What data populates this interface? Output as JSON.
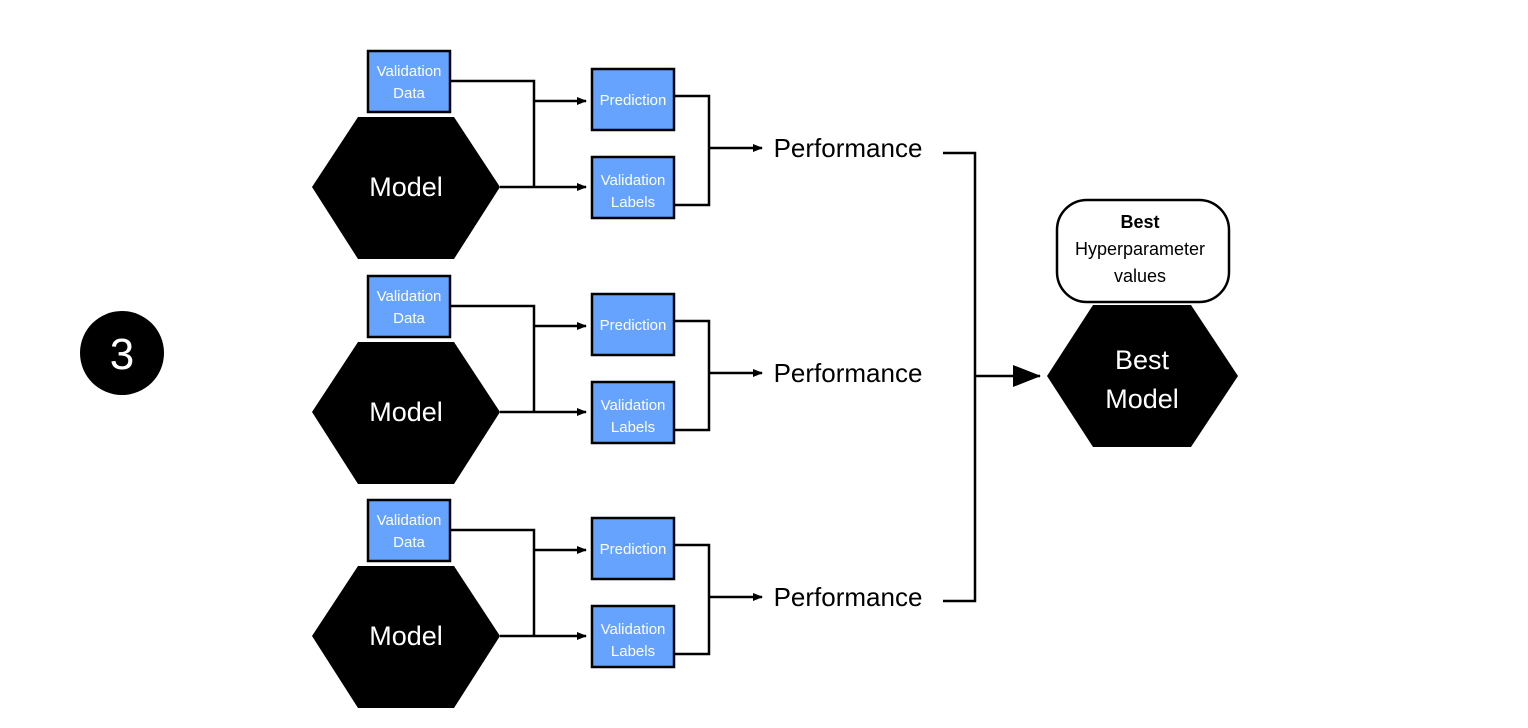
{
  "step_number": "3",
  "rows": [
    {
      "model_label": "Model",
      "validation_data": [
        "Validation",
        "Data"
      ],
      "prediction": "Prediction",
      "validation_labels": [
        "Validation",
        "Labels"
      ],
      "performance": "Performance"
    },
    {
      "model_label": "Model",
      "validation_data": [
        "Validation",
        "Data"
      ],
      "prediction": "Prediction",
      "validation_labels": [
        "Validation",
        "Labels"
      ],
      "performance": "Performance"
    },
    {
      "model_label": "Model",
      "validation_data": [
        "Validation",
        "Data"
      ],
      "prediction": "Prediction",
      "validation_labels": [
        "Validation",
        "Labels"
      ],
      "performance": "Performance"
    }
  ],
  "best_hyperparameters": {
    "title": "Best",
    "line1": "Hyperparameter",
    "line2": "values"
  },
  "best_model": [
    "Best",
    "Model"
  ],
  "colors": {
    "box_fill": "#66a3ff",
    "box_stroke": "#000000",
    "hexagon": "#000000",
    "box_text": "#ffffff",
    "line": "#000000"
  }
}
